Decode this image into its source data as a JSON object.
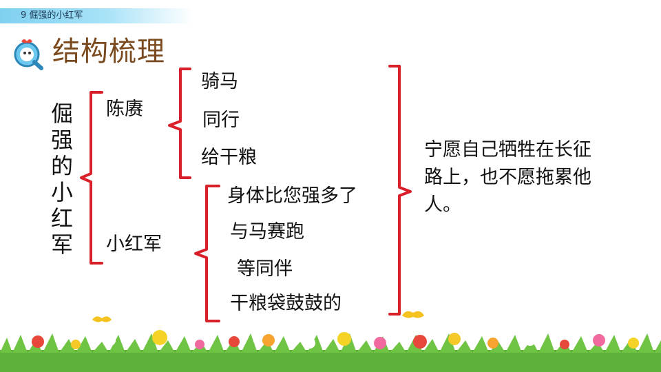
{
  "header": {
    "lesson": "9 倔强的小红军"
  },
  "section": {
    "title": "结构梳理",
    "icon": "magnifier-q-icon"
  },
  "root": {
    "chars": [
      "倔",
      "强",
      "的",
      "小",
      "红",
      "军"
    ]
  },
  "branches": {
    "chen": {
      "label": "陈赓",
      "items": [
        "骑马",
        "同行",
        "给干粮"
      ]
    },
    "red": {
      "label": "小红军",
      "items": [
        "身体比您强多了",
        "与马赛跑",
        "等同伴",
        "干粮袋鼓鼓的"
      ]
    }
  },
  "conclusion": "宁愿自己牺牲在长征路上，也不愿拖累他人。",
  "colors": {
    "bracket": "#d9202a",
    "title": "#7a4a1e",
    "header": "#7fd0f0"
  }
}
